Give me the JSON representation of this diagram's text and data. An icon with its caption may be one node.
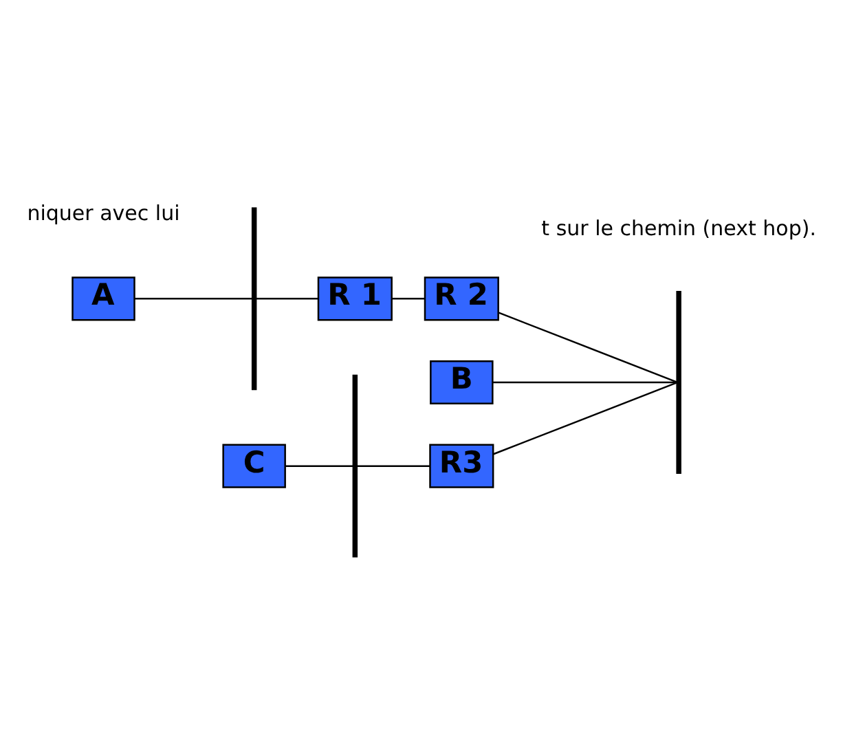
{
  "diagram": {
    "nodes": [
      {
        "text": [
          "A"
        ]
      },
      {
        "text": [
          "B"
        ]
      },
      {
        "text": [
          "R 1"
        ]
      },
      {
        "text": [
          "R 2"
        ]
      },
      {
        "text": [
          "C"
        ]
      },
      {
        "text": [
          "R3"
        ]
      },
      {
        "text": [],
        "shape": "bar"
      },
      {
        "text": [],
        "shape": "bar"
      },
      {
        "text": [],
        "shape": "bar"
      }
    ],
    "edges": [
      {
        "from": 0,
        "to": 6,
        "arrow": "none"
      },
      {
        "from": 6,
        "to": 2,
        "arrow": "none"
      },
      {
        "from": 2,
        "to": 3,
        "arrow": "none"
      },
      {
        "from": 3,
        "to": 7,
        "arrow": "none"
      },
      {
        "from": 1,
        "to": 7,
        "arrow": "none"
      },
      {
        "from": 4,
        "to": 8,
        "arrow": "none"
      },
      {
        "from": 8,
        "to": 5,
        "arrow": "none"
      },
      {
        "from": 5,
        "to": 7,
        "arrow": "none"
      }
    ],
    "labels": [
      "niquer avec lui",
      "t sur le chemin (next hop)."
    ]
  }
}
